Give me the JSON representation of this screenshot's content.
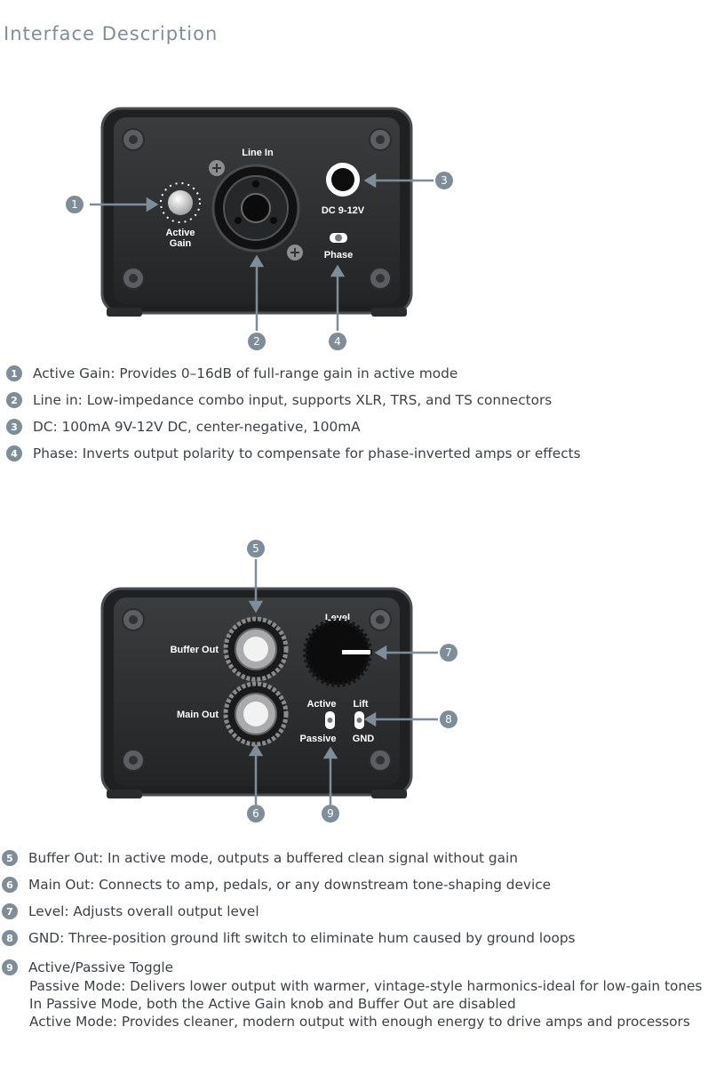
{
  "header": {
    "title": "Interface Description"
  },
  "top_panel": {
    "labels": {
      "line_in": "Line In",
      "dc": "DC 9-12V",
      "active_gain_1": "Active",
      "active_gain_2": "Gain",
      "phase": "Phase"
    },
    "callouts": [
      "1",
      "2",
      "3",
      "4"
    ]
  },
  "top_list": [
    {
      "num": "1",
      "text": "Active Gain: Provides 0–16dB of full-range gain in active mode"
    },
    {
      "num": "2",
      "text": "Line in: Low-impedance combo input, supports XLR, TRS, and TS connectors"
    },
    {
      "num": "3",
      "text": "DC: 100mA 9V-12V DC, center-negative, 100mA"
    },
    {
      "num": "4",
      "text": "Phase: Inverts output polarity to compensate for phase-inverted amps or effects"
    }
  ],
  "bottom_panel": {
    "labels": {
      "level": "Level",
      "buffer_out": "Buffer Out",
      "main_out": "Main Out",
      "active": "Active",
      "passive": "Passive",
      "lift": "Lift",
      "gnd": "GND"
    },
    "callouts": [
      "5",
      "6",
      "7",
      "8",
      "9"
    ]
  },
  "bottom_list": [
    {
      "num": "5",
      "text": "Buffer Out: In active mode, outputs a buffered clean signal without gain"
    },
    {
      "num": "6",
      "text": "Main Out: Connects to amp, pedals, or any downstream tone-shaping device"
    },
    {
      "num": "7",
      "text": "Level: Adjusts overall output level"
    },
    {
      "num": "8",
      "text": "GND: Three-position ground lift switch to eliminate hum caused by ground loops"
    }
  ],
  "item9": {
    "num": "9",
    "title": "Active/Passive Toggle",
    "line1": "Passive Mode: Delivers lower output with warmer, vintage-style harmonics-ideal for low-gain tones",
    "line2": "In Passive Mode, both the Active Gain knob and Buffer Out are disabled",
    "line3": "Active Mode: Provides cleaner, modern output with enough energy to drive amps and processors"
  },
  "colors": {
    "accent": "#7e8d98",
    "panel": "#2b2d2f",
    "frame": "#3a3c3f"
  }
}
